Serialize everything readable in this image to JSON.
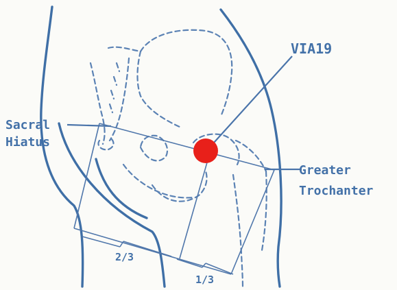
{
  "labels": {
    "point": "VIA19",
    "sacral_line1": "Sacral",
    "sacral_line2": "Hiatus",
    "trochanter_line1": "Greater",
    "trochanter_line2": "Trochanter",
    "fraction_left": "2/3",
    "fraction_right": "1/3"
  },
  "colors": {
    "ink": "#4371a8",
    "marker": "#e8201a",
    "paper": "#fbfbf8"
  }
}
